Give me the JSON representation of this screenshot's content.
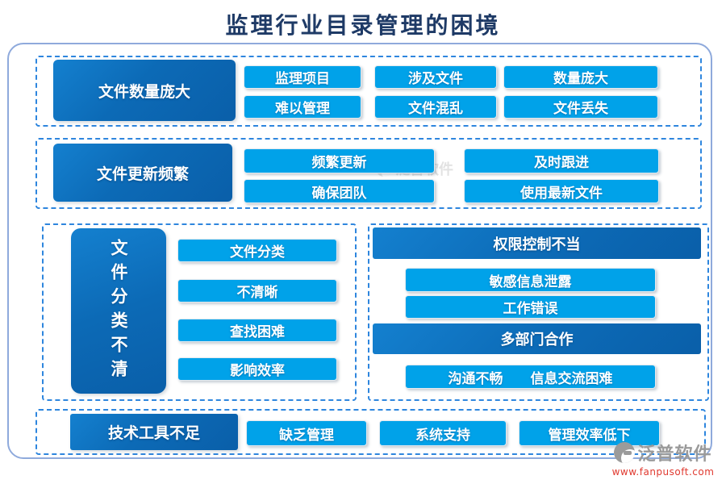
{
  "title": "监理行业目录管理的困境",
  "colors": {
    "title_text": "#1E3A66",
    "outer_border": "#8FAADC",
    "dashed_border": "#2E86DE",
    "dark_box_blue": "#0C6AB6",
    "pill_blue": "#00A2E9",
    "url_red": "#E0392F",
    "logo_gray": "#9A9A9A"
  },
  "sections": {
    "s1": {
      "label": "文件数量庞大",
      "items": [
        "监理项目",
        "涉及文件",
        "数量庞大",
        "难以管理",
        "文件混乱",
        "文件丢失"
      ]
    },
    "s2": {
      "label": "文件更新频繁",
      "items": [
        "频繁更新",
        "及时跟进",
        "确保团队",
        "使用最新文件"
      ]
    },
    "s3_left": {
      "label": "文件分类不清",
      "items": [
        "文件分类",
        "不清晰",
        "查找困难",
        "影响效率"
      ]
    },
    "s3_right": {
      "groups": [
        {
          "header": "权限控制不当",
          "items": [
            "敏感信息泄露",
            "工作错误"
          ]
        },
        {
          "header": "多部门合作",
          "items": [
            "沟通不畅　　信息交流困难"
          ]
        }
      ]
    },
    "s4": {
      "label": "技术工具不足",
      "items": [
        "缺乏管理",
        "系统支持",
        "管理效率低下"
      ]
    }
  },
  "watermark": {
    "logo_text": "泛普软件"
  },
  "branding": {
    "logo_text": "泛普软件",
    "website": "www.fanpusoft.com"
  }
}
